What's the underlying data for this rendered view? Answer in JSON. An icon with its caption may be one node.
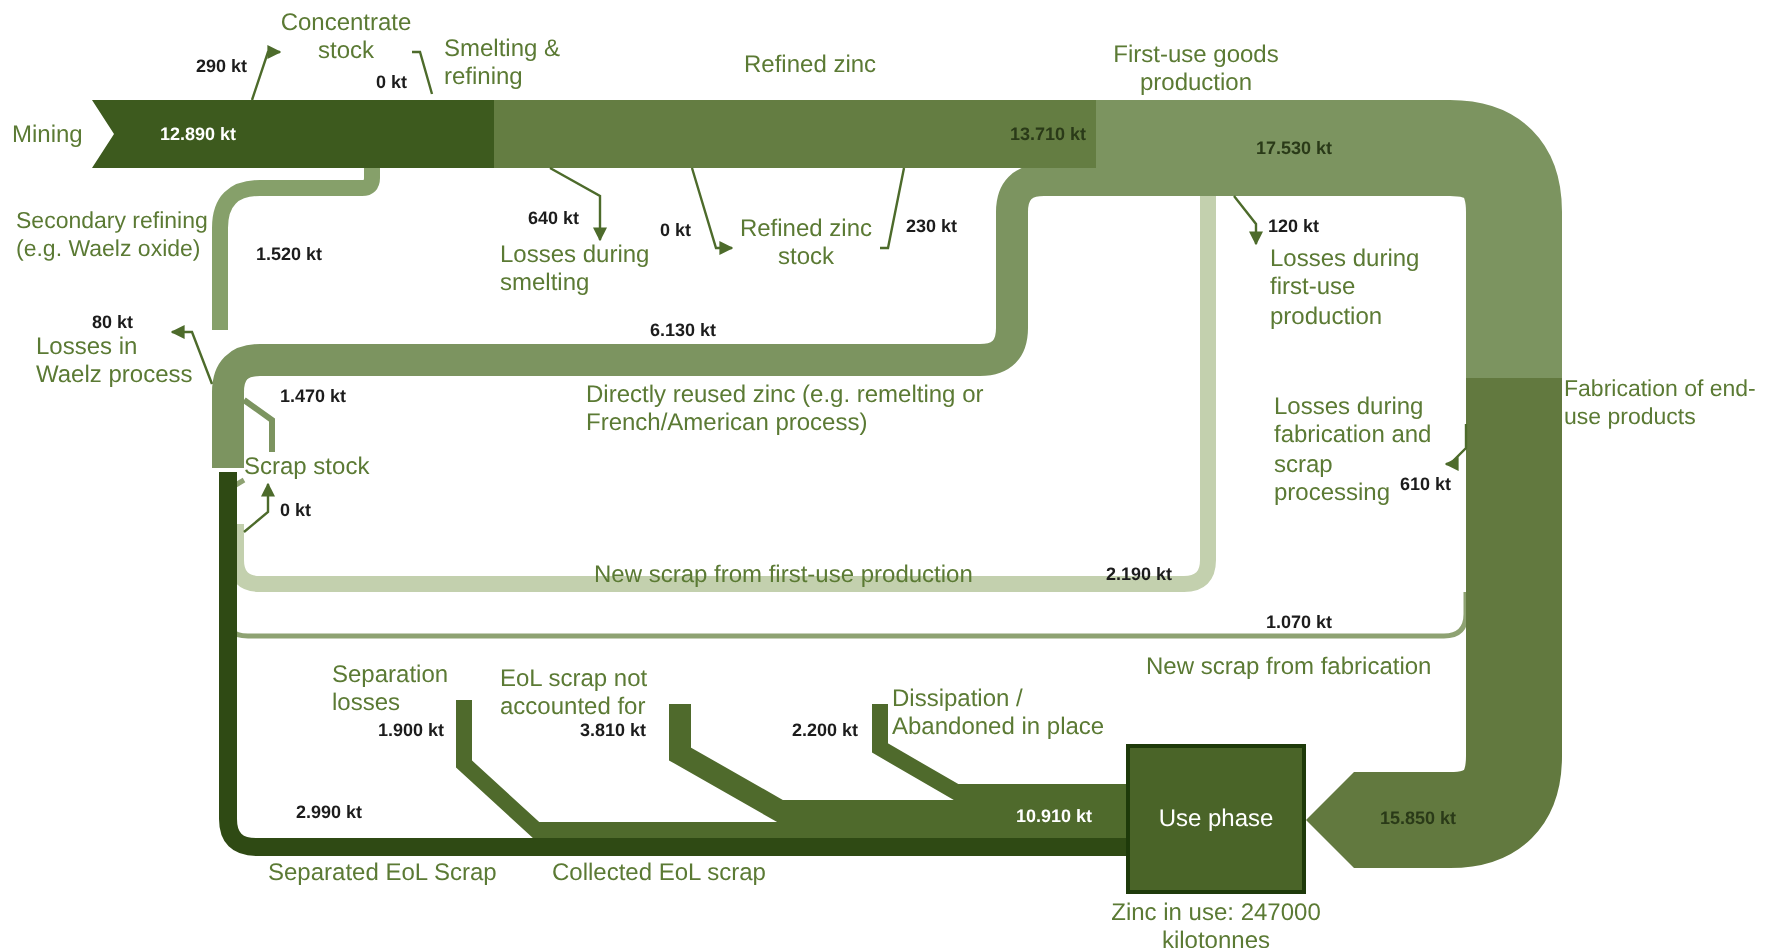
{
  "diagram": {
    "nodes": [
      {
        "text": [
          "Mining"
        ]
      },
      {
        "text": [
          "Concentrate stock"
        ]
      },
      {
        "text": [
          "Smelting & refining"
        ]
      },
      {
        "text": [
          "Losses during smelting"
        ]
      },
      {
        "text": [
          "Refined zinc stock"
        ]
      },
      {
        "text": [
          "First-use goods production"
        ]
      },
      {
        "text": [
          "Losses during first-use production"
        ]
      },
      {
        "text": [
          "Fabrication of end-use products"
        ]
      },
      {
        "text": [
          "Losses during fabrication and scrap processing"
        ]
      },
      {
        "text": [
          "Use phase"
        ],
        "beside": [
          "Zinc in use: 247000 kilotonnes"
        ]
      },
      {
        "text": [
          "Dissipation / Abandoned in place"
        ]
      },
      {
        "text": [
          "EoL scrap not accounted for"
        ]
      },
      {
        "text": [
          "Separation losses"
        ]
      },
      {
        "text": [
          "Scrap stock"
        ]
      },
      {
        "text": [
          "Secondary refining (e.g. Waelz oxide)"
        ]
      },
      {
        "text": [
          "Losses in Waelz process"
        ]
      }
    ],
    "edges": [
      {
        "from": 0,
        "to": 2,
        "arrow": "none",
        "label": "12.890 kt",
        "style": "thick",
        "color": "#3d5a1e"
      },
      {
        "from": null,
        "to": 1,
        "arrow": "to",
        "label": "290 kt"
      },
      {
        "from": 1,
        "to": 2,
        "arrow": "none",
        "label": "0 kt"
      },
      {
        "from": null,
        "to": 3,
        "arrow": "to",
        "label": "640 kt"
      },
      {
        "from": 2,
        "to": 5,
        "arrow": "none",
        "label": "13.710 kt",
        "style": "thick",
        "color": "#647d42"
      },
      {
        "from": null,
        "to": 4,
        "arrow": "to",
        "label": "0 kt"
      },
      {
        "from": 4,
        "to": null,
        "arrow": "none",
        "label": "230 kt"
      },
      {
        "from": null,
        "to": 6,
        "arrow": "to",
        "label": "120 kt"
      },
      {
        "from": 5,
        "to": 7,
        "arrow": "none",
        "label": "17.530 kt",
        "style": "thick",
        "color": "#7c9460"
      },
      {
        "from": null,
        "to": 8,
        "arrow": "to",
        "label": "610 kt"
      },
      {
        "from": 7,
        "to": 9,
        "arrow": "to",
        "label": "15.850 kt",
        "style": "thick",
        "color": "#62793f"
      },
      {
        "from": 9,
        "to": 10,
        "arrow": "none",
        "label": "2.200 kt",
        "style": "thick",
        "color": "#4f6a2c"
      },
      {
        "from": 9,
        "to": 11,
        "arrow": "none",
        "label": "3.810 kt",
        "style": "thick",
        "color": "#4f6a2c"
      },
      {
        "from": 9,
        "to": 12,
        "arrow": "none",
        "label": "1.900 kt",
        "style": "thick",
        "color": "#4f6a2c"
      },
      {
        "from": 9,
        "to": 13,
        "arrow": "none",
        "label": "2.990 kt",
        "style": "thick",
        "color": "#2f4a14"
      },
      {
        "from": 14,
        "to": null,
        "arrow": "none",
        "label": "1.520 kt",
        "style": "thick",
        "color": "#86a06a"
      },
      {
        "from": null,
        "to": 15,
        "arrow": "to",
        "label": "80 kt"
      },
      {
        "from": null,
        "to": 13,
        "arrow": "none",
        "label": "1.470 kt",
        "color": "#7c9460"
      },
      {
        "from": null,
        "to": 13,
        "arrow": "to",
        "label": "0 kt"
      },
      {
        "from": 13,
        "to": 5,
        "arrow": "none",
        "label": "6.130 kt",
        "style": "thick",
        "color": "#7c9460"
      },
      {
        "from": 5,
        "to": null,
        "arrow": "none",
        "label": "2.190 kt",
        "style": "thick",
        "color": "#c3d0ae"
      },
      {
        "from": null,
        "to": 13,
        "arrow": "none",
        "label": "1.070 kt",
        "color": "#8ea272"
      }
    ],
    "labels": [
      "Refined zinc",
      "Directly reused zinc (e.g. remelting or French/American process)",
      "New scrap from first-use production",
      "New scrap from fabrication",
      "10.910 kt",
      "Separated EoL Scrap",
      "Collected EoL scrap"
    ]
  }
}
